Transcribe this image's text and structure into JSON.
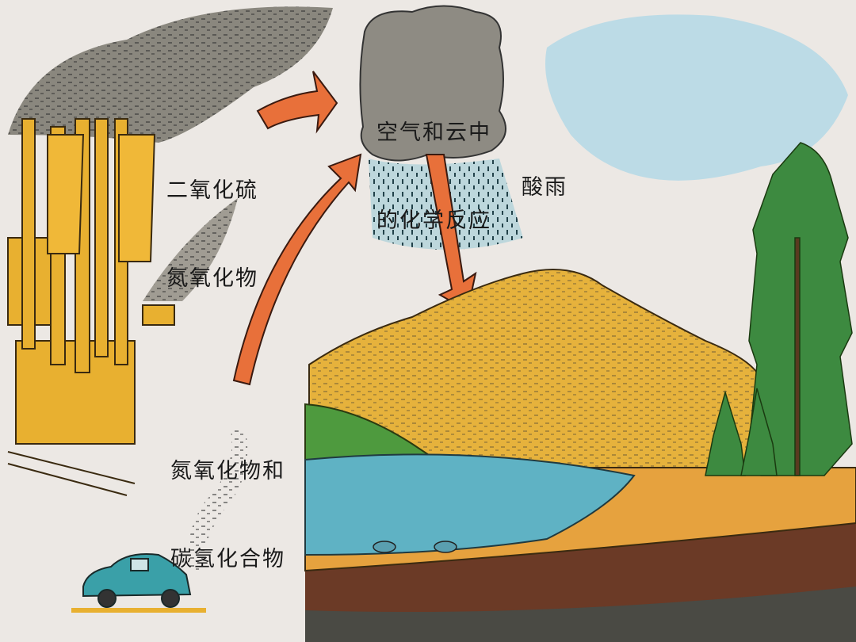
{
  "labels": {
    "emissions_factory": [
      "二氧化硫",
      "氮氧化物"
    ],
    "cloud_reaction": [
      "空气和云中",
      "的化学反应"
    ],
    "acid_rain": "酸雨",
    "emissions_car": [
      "氮氧化物和",
      "碳氢化合物"
    ]
  },
  "colors": {
    "paper": "#ece8e4",
    "sky": "#bcdbe6",
    "smoke": "#7d7a72",
    "arrow": "#e8703a",
    "factory": "#e8b030",
    "mountain": "#e6b23c",
    "lake": "#5fb2c4",
    "soil": "#e6a23e",
    "bedrock": "#6b3a26",
    "tree": "#3d8a40",
    "car": "#3aa0a8"
  }
}
